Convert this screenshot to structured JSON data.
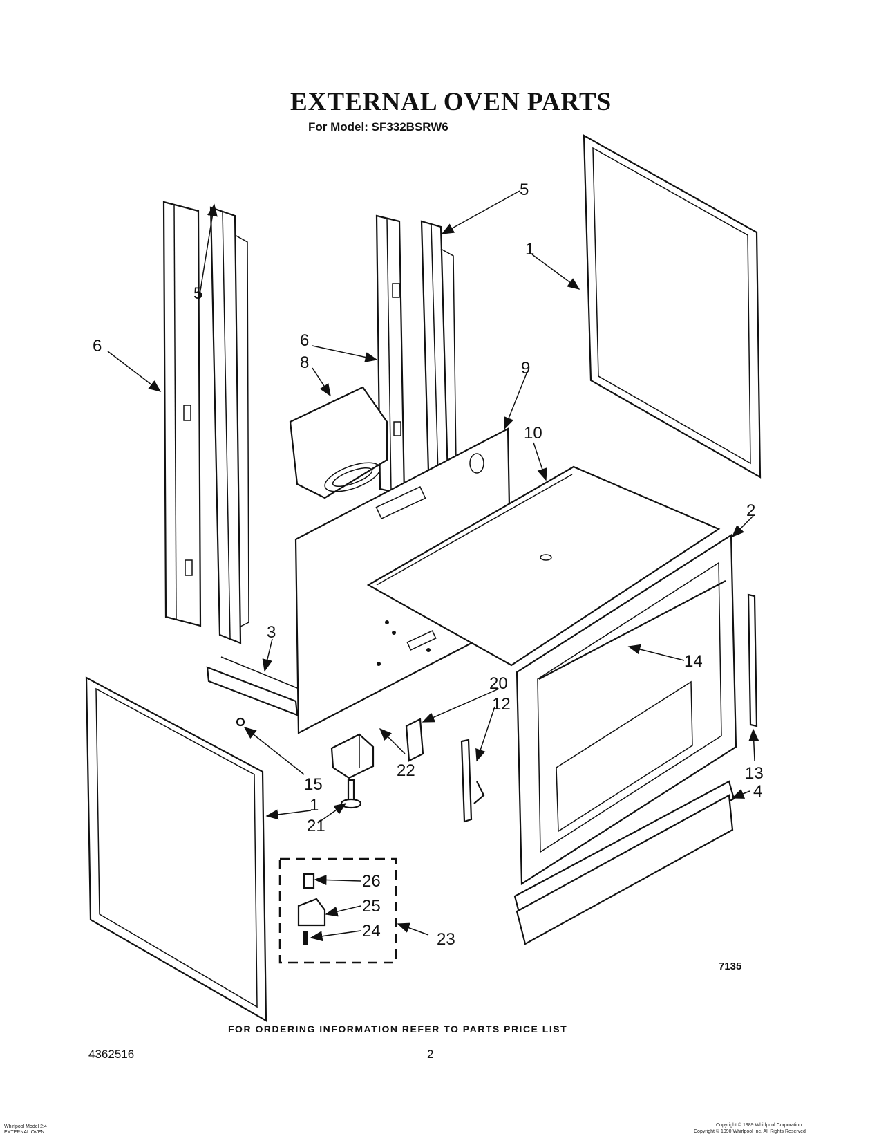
{
  "header": {
    "title": "EXTERNAL OVEN PARTS",
    "model": "For Model: SF332BSRW6"
  },
  "callouts": {
    "c1a": "1",
    "c1b": "1",
    "c2": "2",
    "c3": "3",
    "c4": "4",
    "c5a": "5",
    "c5b": "5",
    "c6a": "6",
    "c6b": "6",
    "c8": "8",
    "c9": "9",
    "c10": "10",
    "c12": "12",
    "c13": "13",
    "c14": "14",
    "c15": "15",
    "c20": "20",
    "c21": "21",
    "c22": "22",
    "c23": "23",
    "c24": "24",
    "c25": "25",
    "c26": "26"
  },
  "figure_number": "7135",
  "footer": {
    "ordering_note": "FOR ORDERING INFORMATION REFER TO PARTS PRICE LIST",
    "document_number": "4362516",
    "page_number": "2",
    "left_small_1": "Whirlpool Model 2:4",
    "left_small_2": "EXTERNAL OVEN",
    "right_small_1": "Copyright © 1989 Whirlpool Corporation",
    "right_small_2": "Copyright © 1990 Whirlpool Inc. All Rights Reserved"
  }
}
